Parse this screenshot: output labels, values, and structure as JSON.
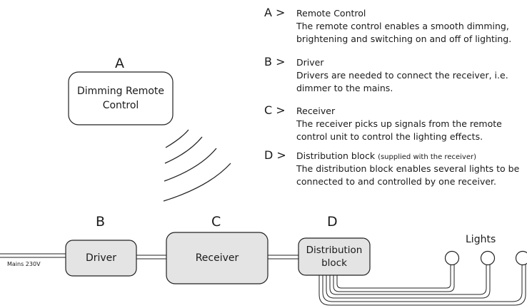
{
  "diagram": {
    "remote": {
      "letter": "A",
      "line1": "Dimming Remote",
      "line2": "Control"
    },
    "driver": {
      "letter": "B",
      "label": "Driver"
    },
    "receiver": {
      "letter": "C",
      "label": "Receiver"
    },
    "distribution": {
      "letter": "D",
      "line1": "Distribution",
      "line2": "block"
    },
    "lights_label": "Lights",
    "mains_label": "Mains 230V"
  },
  "legend": [
    {
      "key": "A >",
      "title": "Remote Control",
      "note": "",
      "lines": [
        "The remote control enables a smooth dimming,",
        "brightening and switching on and off of lighting."
      ]
    },
    {
      "key": "B >",
      "title": "Driver",
      "note": "",
      "lines": [
        "Drivers are needed to connect the receiver, i.e.",
        "dimmer to the mains."
      ]
    },
    {
      "key": "C >",
      "title": "Receiver",
      "note": "",
      "lines": [
        "The receiver picks up signals from the remote",
        "control unit to control the lighting effects."
      ]
    },
    {
      "key": "D >",
      "title": "Distribution block",
      "note": "(supplied with the receiver)",
      "lines": [
        "The distribution block enables several lights to be",
        "connected to and controlled by one receiver."
      ]
    }
  ]
}
